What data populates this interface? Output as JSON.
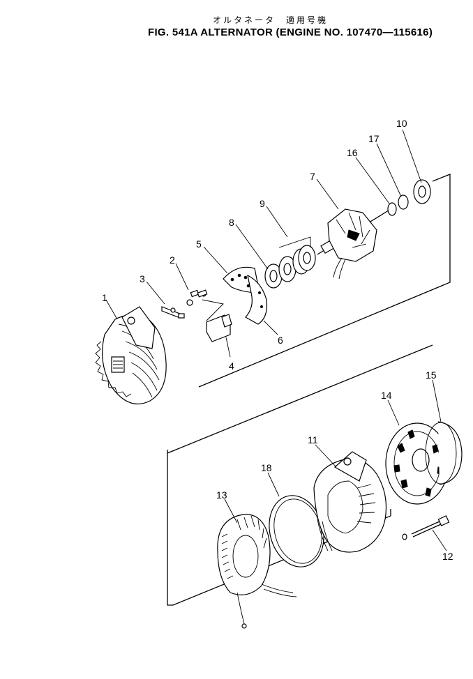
{
  "header": {
    "title_jp": "オルタネータ　適用号機",
    "title_en": "FIG. 541A   ALTERNATOR (ENGINE NO. 107470—115616)"
  },
  "callouts": [
    {
      "id": "c1",
      "label": "1"
    },
    {
      "id": "c2",
      "label": "2"
    },
    {
      "id": "c3",
      "label": "3"
    },
    {
      "id": "c4",
      "label": "4"
    },
    {
      "id": "c5",
      "label": "5"
    },
    {
      "id": "c6",
      "label": "6"
    },
    {
      "id": "c7",
      "label": "7"
    },
    {
      "id": "c8",
      "label": "8"
    },
    {
      "id": "c9",
      "label": "9"
    },
    {
      "id": "c10",
      "label": "10"
    },
    {
      "id": "c11",
      "label": "11"
    },
    {
      "id": "c12",
      "label": "12"
    },
    {
      "id": "c13",
      "label": "13"
    },
    {
      "id": "c14",
      "label": "14"
    },
    {
      "id": "c15",
      "label": "15"
    },
    {
      "id": "c16",
      "label": "16"
    },
    {
      "id": "c17",
      "label": "17"
    },
    {
      "id": "c18",
      "label": "18"
    }
  ]
}
